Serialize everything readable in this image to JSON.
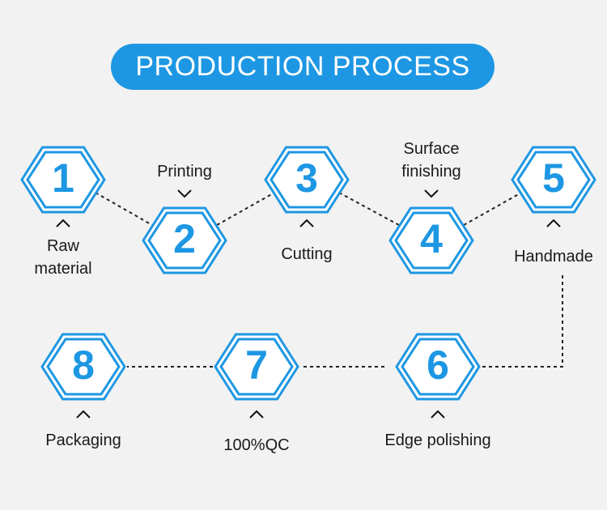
{
  "title": "PRODUCTION PROCESS",
  "colors": {
    "accent": "#1d97e3",
    "background": "#f2f2f2",
    "text": "#1a1a1a",
    "connector": "#222222"
  },
  "steps": [
    {
      "number": "1",
      "label": [
        "Raw",
        "material"
      ],
      "label_side": "below"
    },
    {
      "number": "2",
      "label": [
        "Printing"
      ],
      "label_side": "above"
    },
    {
      "number": "3",
      "label": [
        "Cutting"
      ],
      "label_side": "below"
    },
    {
      "number": "4",
      "label": [
        "Surface",
        "finishing"
      ],
      "label_side": "above"
    },
    {
      "number": "5",
      "label": [
        "Handmade"
      ],
      "label_side": "below"
    },
    {
      "number": "6",
      "label": [
        "Edge polishing"
      ],
      "label_side": "below"
    },
    {
      "number": "7",
      "label": [
        "100%QC"
      ],
      "label_side": "below"
    },
    {
      "number": "8",
      "label": [
        "Packaging"
      ],
      "label_side": "below"
    }
  ]
}
